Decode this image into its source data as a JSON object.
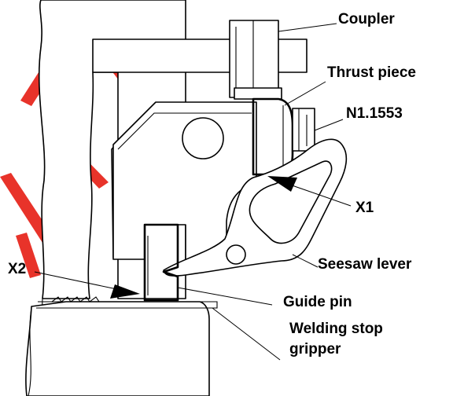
{
  "labels": {
    "coupler": "Coupler",
    "thrust_piece": "Thrust piece",
    "n1": "N1.1553",
    "x1": "X1",
    "seesaw_lever": "Seesaw lever",
    "x2": "X2",
    "guide_pin": "Guide pin",
    "welding_stop_line1": "Welding stop",
    "welding_stop_line2": "gripper"
  },
  "colors": {
    "ink": "#000000",
    "paper": "#ffffff",
    "watermark": "#e8332a"
  }
}
